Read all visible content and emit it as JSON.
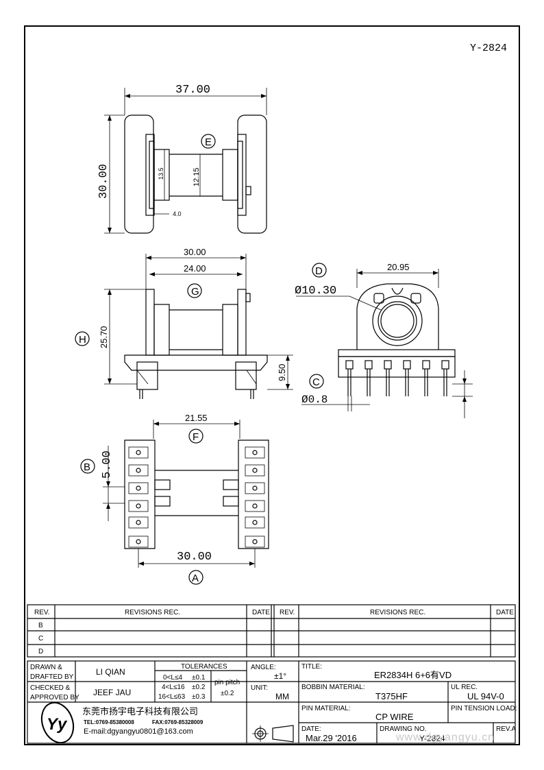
{
  "doc_number": "Y-2824",
  "dimensions": {
    "top_width": "37.00",
    "top_height": "30.00",
    "inner_135": "13.5",
    "inner_1215": "12.15",
    "small_40": "4.0",
    "front_width_30": "30.00",
    "front_width_24": "24.00",
    "front_height": "25.70",
    "pin_height": "9.50",
    "side_width": "20.95",
    "bore_dia": "Ø10.30",
    "pin_dia": "Ø0.8",
    "bottom_width": "21.55",
    "pin_pitch": "5.00",
    "bottom_span": "30.00"
  },
  "callouts": {
    "A": "A",
    "B": "B",
    "C": "C",
    "D": "D",
    "E": "E",
    "F": "F",
    "G": "G",
    "H": "H"
  },
  "revisions": {
    "header_rev": "REV.",
    "header_rec": "REVISIONS   REC.",
    "header_date": "DATE",
    "rows": [
      "B",
      "C",
      "D"
    ]
  },
  "title_block": {
    "drawn_label_1": "DRAWN &",
    "drawn_label_2": "DRAFTED BY",
    "drawn_name": "LI QIAN",
    "checked_label_1": "CHECKED &",
    "checked_label_2": "APPROVED BY",
    "checked_name": "JEEF JAU",
    "tolerances_label": "TOLERANCES",
    "tol_1": "0<L≤4",
    "tol_1_val": "±0.1",
    "tol_2": "4<L≤16",
    "tol_2_val": "±0.2",
    "tol_3": "16<L≤63",
    "tol_3_val": "±0.3",
    "pin_pitch_label": "pin pitch",
    "pin_pitch_val": "±0.2",
    "angle_label": "ANGLE:",
    "angle_val": "±1°",
    "unit_label": "UNIT:",
    "unit_val": "MM",
    "title_label": "TITLE:",
    "title_val": "ER2834H  6+6有VD",
    "bobbin_label": "BOBBIN MATERIAL:",
    "bobbin_val": "T375HF",
    "ul_label": "UL REC.",
    "ul_val": "UL 94V-0",
    "pin_material_label": "PIN MATERIAL:",
    "pin_material_val": "CP  WIRE",
    "pin_tension_label": "PIN TENSION LOAD:",
    "date_label": "DATE:",
    "date_val": "Mar.29  '2016",
    "drawing_no_label": "DRAWING NO.",
    "drawing_no_val": "Y-2824",
    "rev_label": "REV.A",
    "company_name": "东莞市扬宇电子科技有限公司",
    "company_tel": "TEL:0769-85380008",
    "company_fax": "FAX:0769-85328009",
    "company_email": "E-mail:dgyangyu0801@163.com",
    "logo_letters": "Yy",
    "watermark": "www.dgyangyu.cn"
  }
}
